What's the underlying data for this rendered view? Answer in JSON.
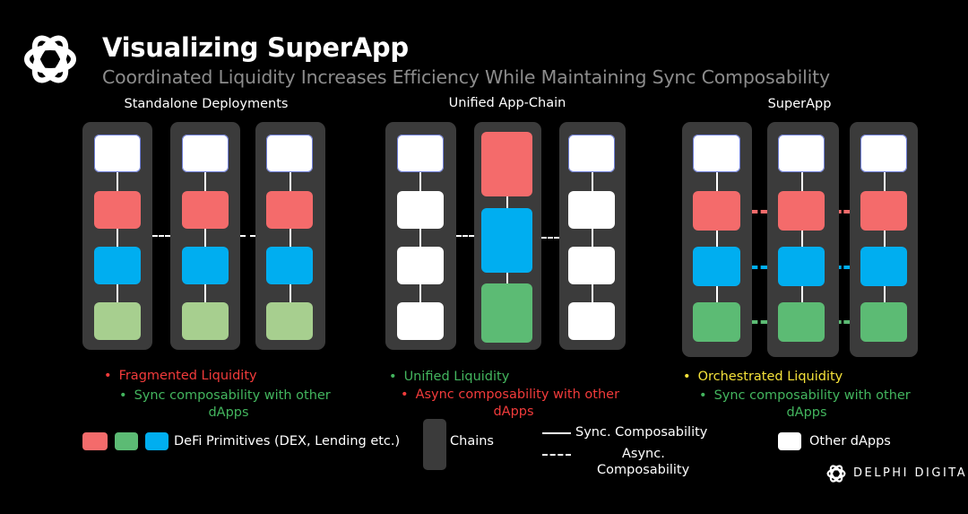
{
  "header": {
    "title": "Visualizing SuperApp",
    "subtitle": "Coordinated Liquidity Increases Efficiency While Maintaining Sync Composability"
  },
  "sections": [
    {
      "title": "Standalone Deployments",
      "bullets": [
        {
          "text": "Fragmented Liquidity",
          "color": "#f23b3b"
        },
        {
          "text": "Sync composability with other",
          "text2": "dApps",
          "color": "#43b55e"
        }
      ]
    },
    {
      "title": "Unified App-Chain",
      "bullets": [
        {
          "text": "Unified Liquidity",
          "color": "#43b55e"
        },
        {
          "text": "Async composability with other",
          "text2": "dApps",
          "color": "#f23b3b"
        }
      ]
    },
    {
      "title": "SuperApp",
      "bullets": [
        {
          "text": "Orchestrated Liquidity",
          "color": "#f5e23a"
        },
        {
          "text": "Sync composability with other",
          "text2": "dApps",
          "color": "#43b55e"
        }
      ]
    }
  ],
  "legend": {
    "defi": "DeFi Primitives (DEX, Lending etc.)",
    "chains": "Chains",
    "sync": "Sync. Composability",
    "async_line1": "Async.",
    "async_line2": "Composability",
    "other": "Other dApps"
  },
  "brand": {
    "name": "DELPHI DIGITAL"
  },
  "colors": {
    "red": "#f46b6b",
    "blue": "#00aef0",
    "light_green": "#a7cf8f",
    "green": "#5cbb74",
    "chain": "#3b3b3b"
  },
  "icons": {
    "logo": "delphi-knot-logo-icon",
    "bullet": "dot-icon"
  }
}
